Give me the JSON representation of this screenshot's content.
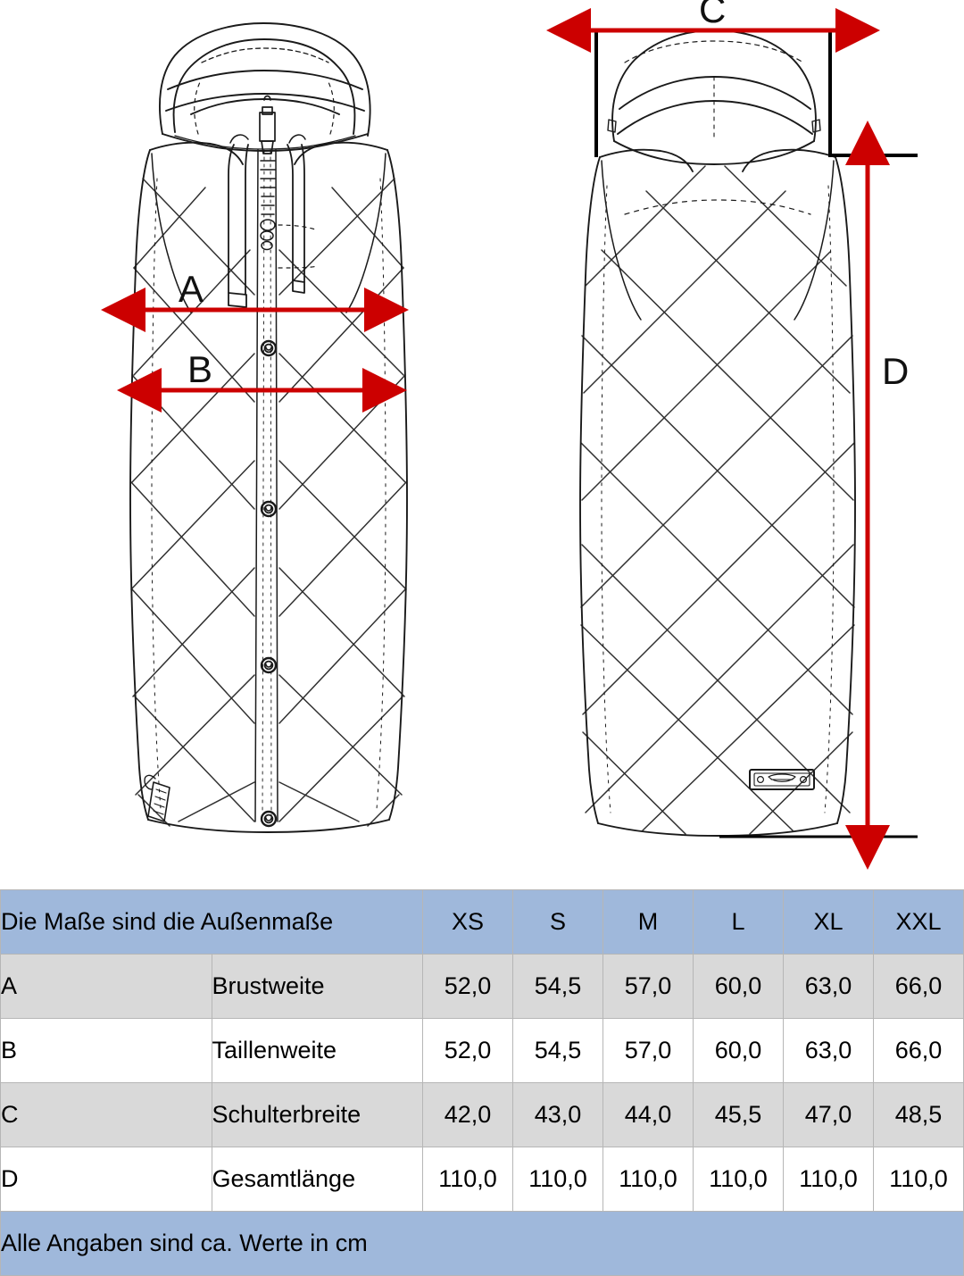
{
  "diagram": {
    "front_view": {
      "name": "front-view-vest",
      "description": "Hooded quilted long vest front view with zipper, drawstrings and snap buttons"
    },
    "back_view": {
      "name": "back-view-vest",
      "description": "Hooded quilted long vest back view with brand label"
    },
    "measurement_labels": {
      "a": "A",
      "b": "B",
      "c": "C",
      "d": "D"
    },
    "arrow_color": "#cc0000",
    "guide_color": "#000000"
  },
  "table": {
    "header": {
      "title": "Die Maße sind die Außenmaße",
      "sizes": [
        "XS",
        "S",
        "M",
        "L",
        "XL",
        "XXL"
      ]
    },
    "rows": [
      {
        "letter": "A",
        "description": "Brustweite",
        "values": [
          "52,0",
          "54,5",
          "57,0",
          "60,0",
          "63,0",
          "66,0"
        ]
      },
      {
        "letter": "B",
        "description": "Taillenweite",
        "values": [
          "52,0",
          "54,5",
          "57,0",
          "60,0",
          "63,0",
          "66,0"
        ]
      },
      {
        "letter": "C",
        "description": "Schulterbreite",
        "values": [
          "42,0",
          "43,0",
          "44,0",
          "45,5",
          "47,0",
          "48,5"
        ]
      },
      {
        "letter": "D",
        "description": "Gesamtlänge",
        "values": [
          "110,0",
          "110,0",
          "110,0",
          "110,0",
          "110,0",
          "110,0"
        ]
      }
    ],
    "footer": "Alle Angaben sind ca. Werte in cm",
    "colors": {
      "header_blue": "#9fb8db",
      "alt_row_gray": "#d9d9d9",
      "border": "#b6b6b6"
    }
  }
}
